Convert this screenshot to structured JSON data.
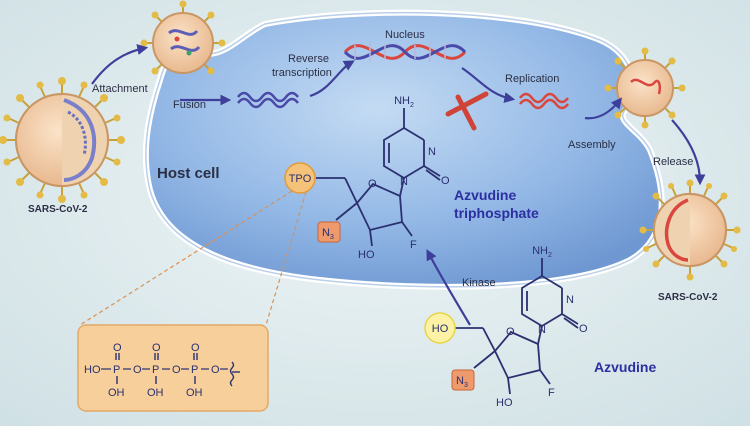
{
  "labels": {
    "attachment": "Attachment",
    "fusion": "Fusion",
    "reverse_transcription_1": "Reverse",
    "reverse_transcription_2": "transcription",
    "nucleus": "Nucleus",
    "replication": "Replication",
    "assembly": "Assembly",
    "release": "Release",
    "host_cell": "Host cell",
    "virus_left": "SARS-CoV-2",
    "virus_right": "SARS-CoV-2",
    "kinase": "Kinase",
    "azvudine_tp_1": "Azvudine",
    "azvudine_tp_2": "triphosphate",
    "azvudine": "Azvudine"
  },
  "chem": {
    "nh2": "NH",
    "sub2": "2",
    "n_ring": "N",
    "o_carbonyl": "O",
    "o_ring": "O",
    "ho": "HO",
    "f": "F",
    "n3": "N",
    "sub3": "3",
    "tpo": "TPO",
    "ho_circle": "HO"
  },
  "phosphate": {
    "o_top_1": "O",
    "o_top_2": "O",
    "o_top_3": "O",
    "ho_left": "HO",
    "p1": "P",
    "p2": "P",
    "p3": "P",
    "o_link_1": "O",
    "o_link_2": "O",
    "o_link_3": "O",
    "oh_1": "OH",
    "oh_2": "OH",
    "oh_3": "OH"
  },
  "colors": {
    "background": "#dce9ec",
    "cell_fill": "#8fb3e0",
    "arrow": "#3e3f9a",
    "dna_red": "#d9473f",
    "dna_blue": "#4a4aa8",
    "inhibitor": "#cf4436",
    "azvudine_text": "#2b2fa0",
    "tpo_fill": "#f5c27a",
    "ho_fill": "#fbf2a6",
    "n3_fill": "#ee9a6d",
    "zoom_box": "#f6cf9b"
  }
}
